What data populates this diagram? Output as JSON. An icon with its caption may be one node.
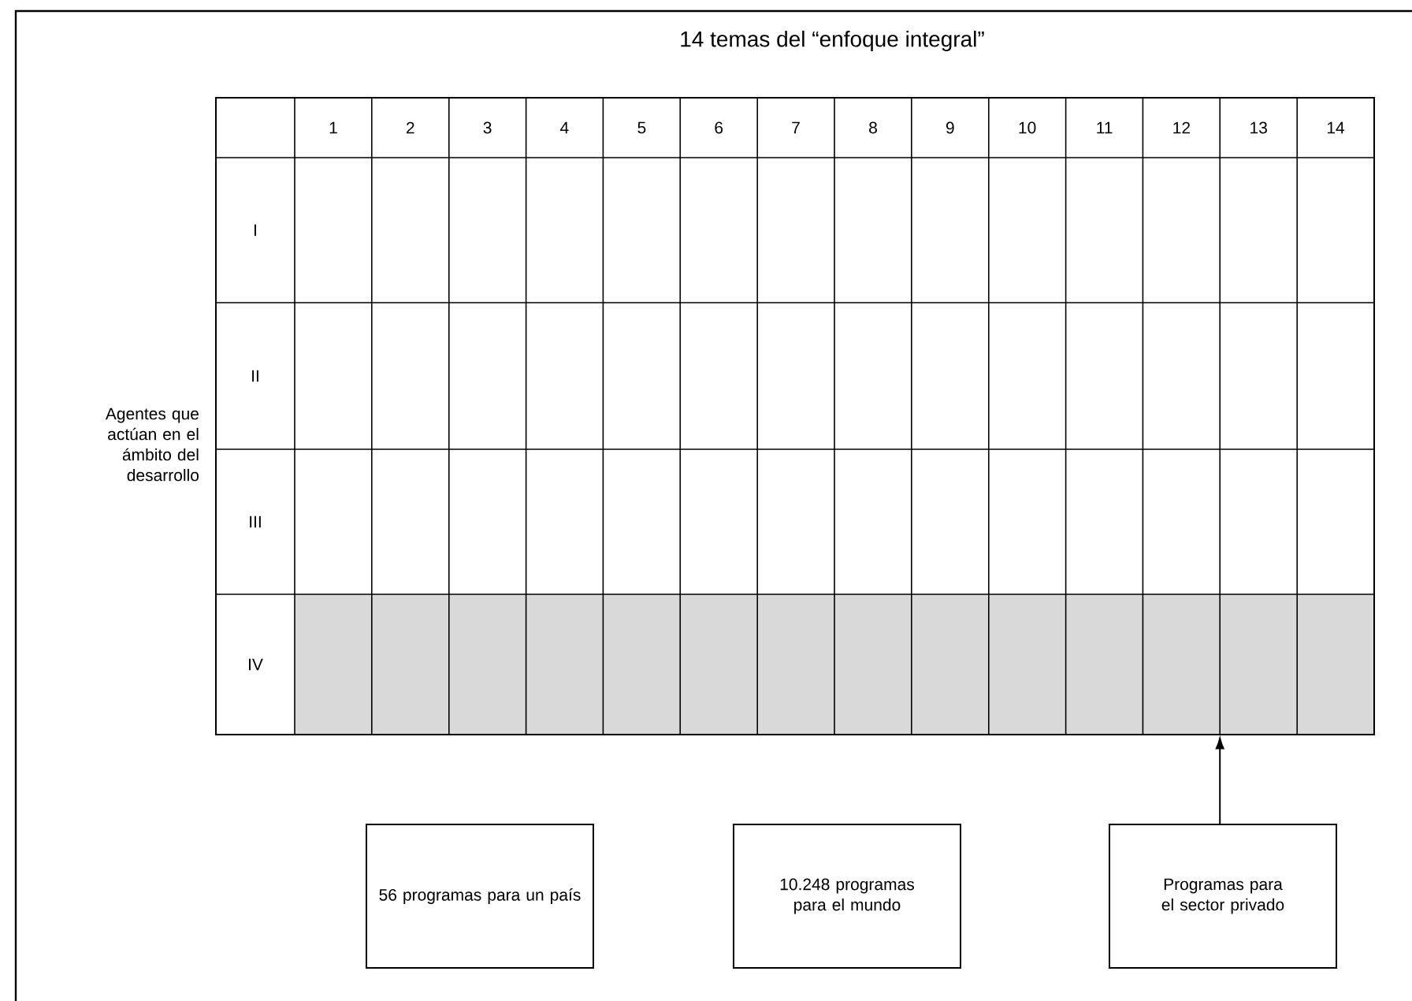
{
  "diagram": {
    "title": "14 temas del “enfoque integral”",
    "nodes": [
      {
        "text": [],
        "shape": "bar"
      },
      {
        "text": [
          "56 programas para un país"
        ]
      },
      {
        "text": [
          "10.248 programas para el mundo"
        ]
      },
      {
        "text": [
          "Programas para el sector privado"
        ]
      }
    ],
    "edges": [
      {
        "from": 3,
        "to": 0,
        "arrow": "to"
      }
    ],
    "labels": [
      "1",
      "2",
      "3",
      "4",
      "5",
      "6",
      "7",
      "8",
      "9",
      "10",
      "11",
      "12",
      "13",
      "14",
      "I",
      "Agentes que actúan en el ámbito del desarrollo",
      "II",
      "III",
      "IV"
    ]
  }
}
